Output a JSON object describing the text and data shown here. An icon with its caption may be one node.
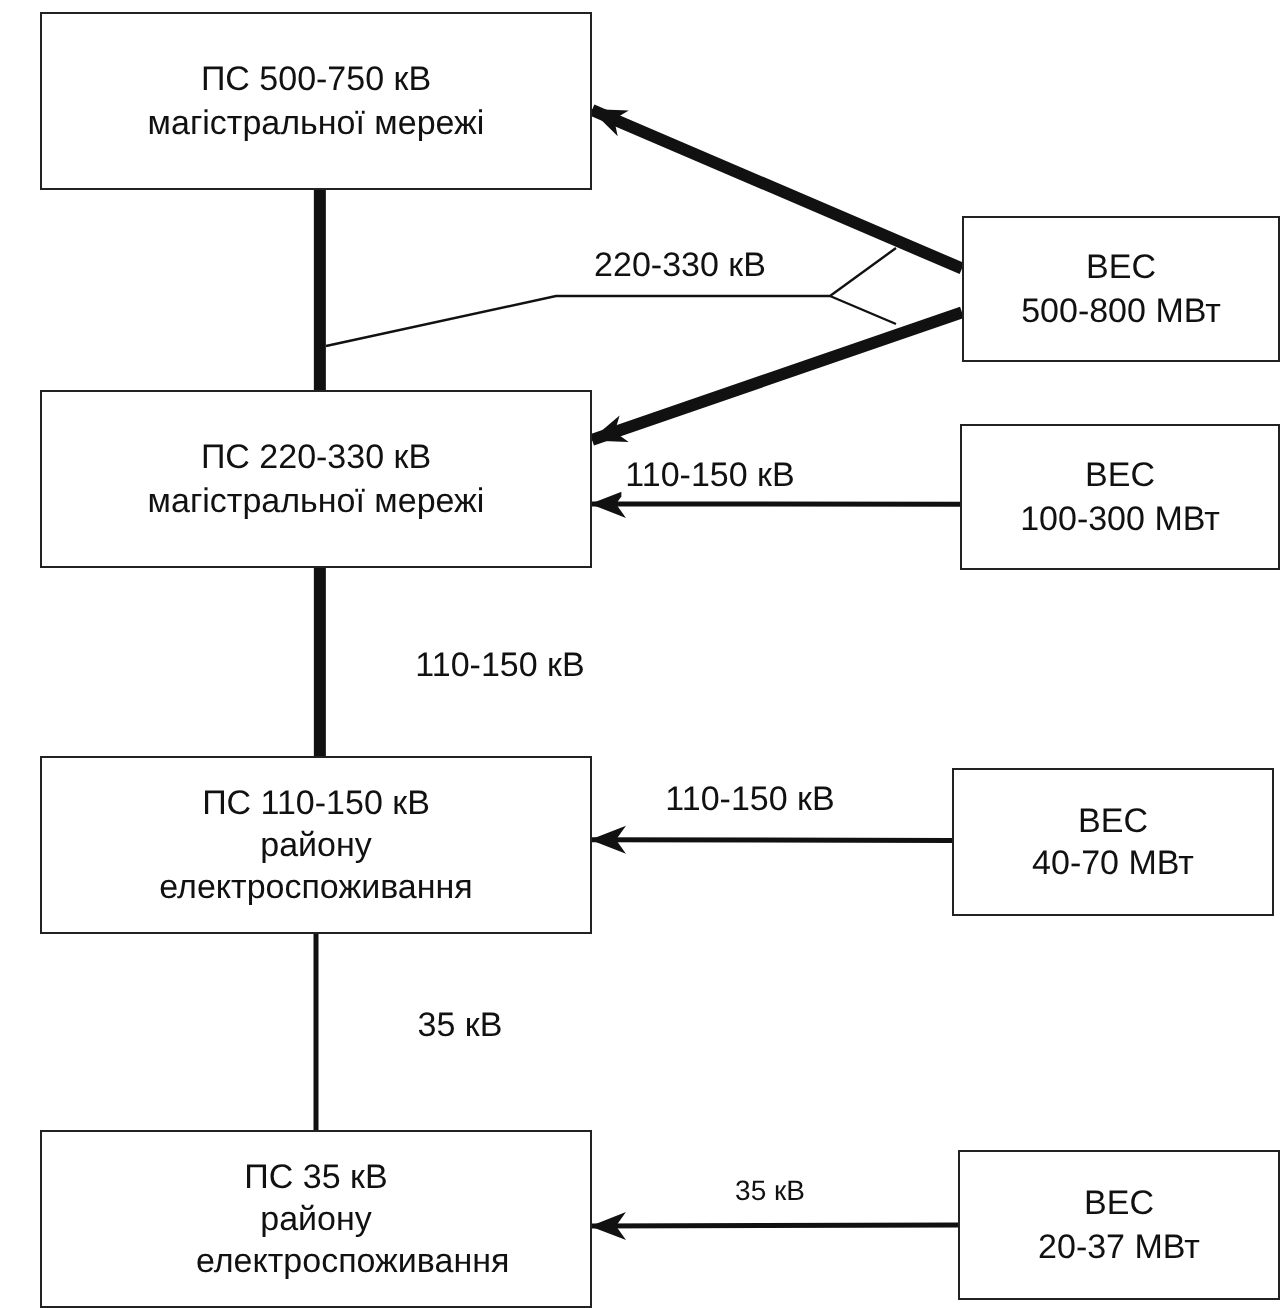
{
  "diagram": {
    "nodes": [
      {
        "text": [
          "ПС 500-750 кВ магістральної мережі"
        ]
      },
      {
        "text": [
          "ВЕС",
          "500-800 МВт"
        ]
      },
      {
        "text": [
          "ПС 220-330 кВ магістральної мережі"
        ]
      },
      {
        "text": [
          "ВЕС",
          "100-300 МВт"
        ]
      },
      {
        "text": [
          "ПС 110-150 кВ району електроспоживання"
        ]
      },
      {
        "text": [
          "ВЕС",
          "40-70 МВт"
        ]
      },
      {
        "text": [
          "ПС 35 кВ району електроспоживання"
        ]
      },
      {
        "text": [
          "ВЕС",
          "20-37 МВт"
        ]
      }
    ],
    "edges": [
      {
        "from": 1,
        "to": 0,
        "arrow": "to",
        "style": "thick"
      },
      {
        "from": 1,
        "to": 2,
        "arrow": "to",
        "style": "thick"
      },
      {
        "from": 0,
        "to": 2,
        "arrow": "none",
        "style": "thick"
      },
      {
        "from": 3,
        "to": 2,
        "arrow": "to",
        "label": "110-150 кВ"
      },
      {
        "from": 2,
        "to": 4,
        "arrow": "none",
        "style": "thick",
        "label": "110-150 кВ"
      },
      {
        "from": 5,
        "to": 4,
        "arrow": "to",
        "label": "110-150 кВ"
      },
      {
        "from": 4,
        "to": 6,
        "arrow": "none",
        "label": "35 кВ"
      },
      {
        "from": 7,
        "to": 6,
        "arrow": "to",
        "label": "35 кВ"
      }
    ],
    "labels": [
      "220-330 кВ"
    ]
  }
}
